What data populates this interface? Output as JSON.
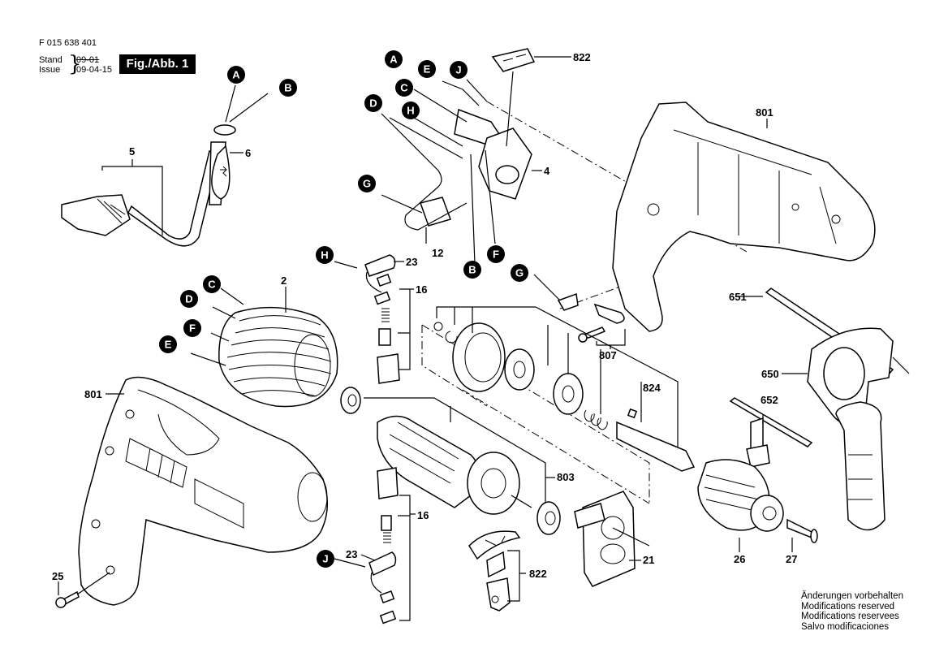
{
  "header": {
    "document_number": "F 015 638 401",
    "stand_label": "Stand",
    "issue_label": "Issue",
    "stand_date_struck": "09-01",
    "issue_date": "09-04-15",
    "figure_label": "Fig./Abb. 1"
  },
  "footer": {
    "lines": [
      "Änderungen vorbehalten",
      "Modifications reserved",
      "Modifications reservees",
      "Salvo modificaciones"
    ]
  },
  "wire_markers": {
    "cord_A": "A",
    "cord_B": "B",
    "switch_A": "A",
    "switch_E": "E",
    "switch_J": "J",
    "switch_C": "C",
    "switch_D": "D",
    "switch_H": "H",
    "switch_G": "G",
    "switch_B": "B",
    "switch_F": "F",
    "cap_H": "H",
    "housing_G": "G",
    "field_C": "C",
    "field_D": "D",
    "field_F": "F",
    "field_E": "E",
    "cap_J": "J"
  },
  "part_numbers": {
    "cord_set": "5",
    "cord_sleeve": "6",
    "switch": "4",
    "switch_cover": "822",
    "suppressor": "12",
    "capacitor_top": "23",
    "brush_holder_top": "16",
    "field_coil": "2",
    "housing_right": "801",
    "housing_left": "801",
    "depth_rod": "651",
    "aux_handle": "650",
    "chuck_key": "652",
    "clip_set": "807",
    "spindle_set": "824",
    "armature": "803",
    "brush_holder_bottom": "16",
    "capacitor_bottom": "23",
    "selector_set": "822",
    "bearing_plate": "21",
    "chuck": "26",
    "chuck_screw": "27",
    "housing_screw": "25"
  }
}
